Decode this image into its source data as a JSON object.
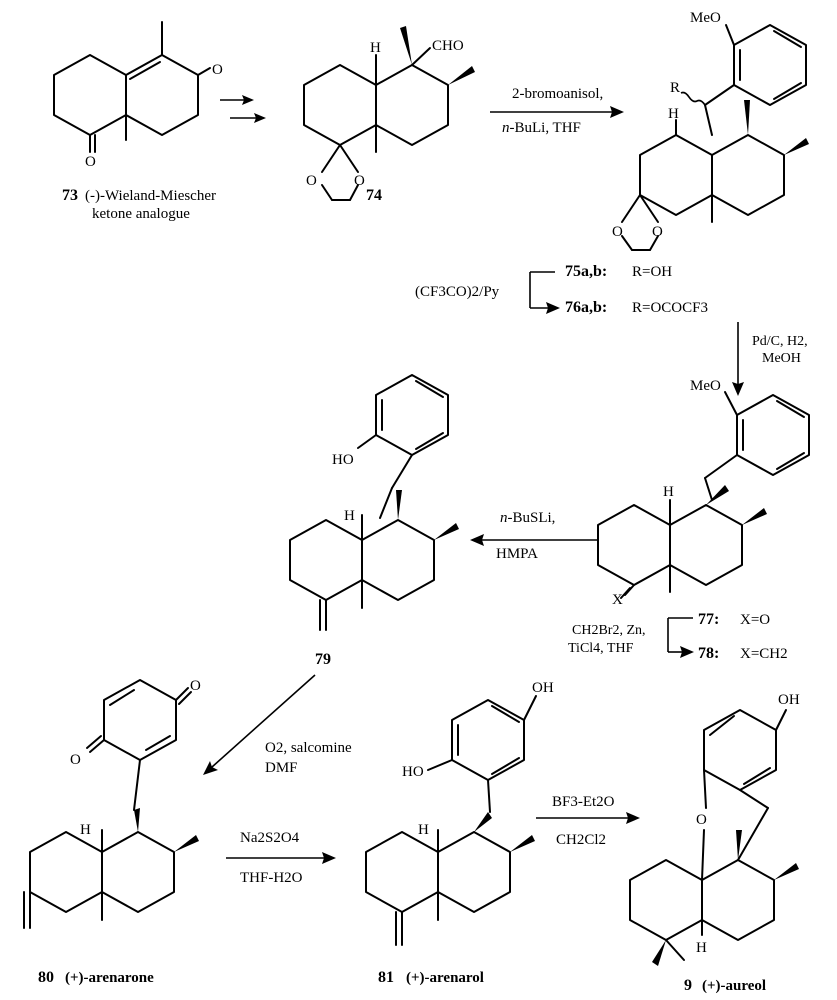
{
  "compounds": {
    "c73": {
      "number": "73",
      "name_line1": "(-)-Wieland-Miescher",
      "name_line2": "ketone analogue"
    },
    "c74": {
      "number": "74"
    },
    "c75": {
      "number": "75a,b:",
      "substituent": "R=OH"
    },
    "c76": {
      "number": "76a,b:",
      "substituent": "R=OCOCF3"
    },
    "c77": {
      "number": "77:",
      "substituent": "X=O"
    },
    "c78": {
      "number": "78:",
      "substituent": "X=CH2"
    },
    "c79": {
      "number": "79"
    },
    "c80": {
      "number": "80",
      "name": "(+)-arenarone"
    },
    "c81": {
      "number": "81",
      "name": "(+)-arenarol"
    },
    "c9": {
      "number": "9",
      "name": "(+)-aureol"
    }
  },
  "reagents": {
    "step74_75_line1": "2-bromoanisol,",
    "step74_75_line2_italic": "n",
    "step74_75_line2_rest": "-BuLi, THF",
    "step75_76": "(CF3CO)2/Py",
    "step76_77_line1": "Pd/C, H2,",
    "step76_77_line2": "MeOH",
    "step77_78_line1": "CH2Br2, Zn,",
    "step77_78_line2": "TiCl4, THF",
    "step78_79_line1_italic": "n",
    "step78_79_line1_rest": "-BuSLi,",
    "step78_79_line2": "HMPA",
    "step79_80_line1": "O2, salcomine",
    "step79_80_line2": "DMF",
    "step80_81_line1": "Na2S2O4",
    "step80_81_line2": "THF-H2O",
    "step81_9_line1": "BF3-Et2O",
    "step81_9_line2": "CH2Cl2"
  },
  "atoms": {
    "aldehyde": "CHO",
    "methoxy": "MeO",
    "hydroxy": "HO",
    "oh": "OH",
    "oxygen": "O",
    "hydrogen": "H",
    "r_group": "R",
    "x_group": "X"
  }
}
